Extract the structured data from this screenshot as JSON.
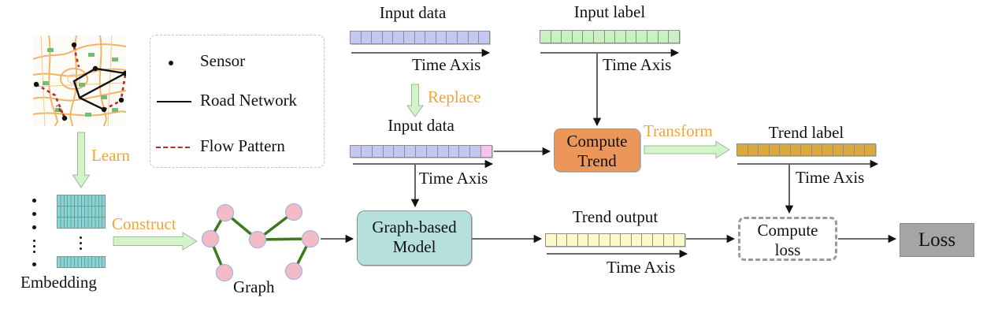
{
  "legend": {
    "items": [
      {
        "label": "Sensor",
        "marker": "dot"
      },
      {
        "label": "Road Network",
        "marker": "solid-line"
      },
      {
        "label": "Flow Pattern",
        "marker": "dashed-line"
      }
    ]
  },
  "labels": {
    "learn": "Learn",
    "construct": "Construct",
    "replace": "Replace",
    "transform": "Transform"
  },
  "embedding": {
    "caption": "Embedding"
  },
  "graph": {
    "caption": "Graph",
    "node_count": 7
  },
  "boxes": {
    "model": {
      "line1": "Graph-based",
      "line2": "Model"
    },
    "compute_trend": {
      "line1": "Compute",
      "line2": "Trend"
    },
    "compute_loss": {
      "line1": "Compute",
      "line2": "loss"
    },
    "loss": {
      "label": "Loss"
    }
  },
  "bars": {
    "input_data_top": {
      "title": "Input data",
      "axis_label": "Time Axis",
      "cells": 13,
      "cell_color": "#c7c5f1"
    },
    "input_label": {
      "title": "Input label",
      "axis_label": "Time Axis",
      "cells": 13,
      "cell_color": "#c9f1c1"
    },
    "input_data_replaced": {
      "title": "Input data",
      "axis_label": "Time Axis",
      "cells": 13,
      "cell_color": "#c7c5f1",
      "last_cell_color": "#f6c3ee"
    },
    "trend_label": {
      "title": "Trend label",
      "axis_label": "Time Axis",
      "cells": 13,
      "cell_color": "#d9a93f"
    },
    "trend_output": {
      "title": "Trend output",
      "axis_label": "Time Axis",
      "cells": 13,
      "cell_color": "#fafac9"
    }
  },
  "colors": {
    "accent_orange_text": "#f2a43c",
    "process_arrow_green": "#d3f4c9",
    "compute_trend_box": "#ec9659",
    "model_box": "#b5e0dc",
    "loss_box": "#a5a5a5",
    "graph_node": "#f3bbc6",
    "graph_edge": "#3c7a1e",
    "flow_pattern_red": "#a93226",
    "embedding_teal": "#7ed8d8"
  }
}
